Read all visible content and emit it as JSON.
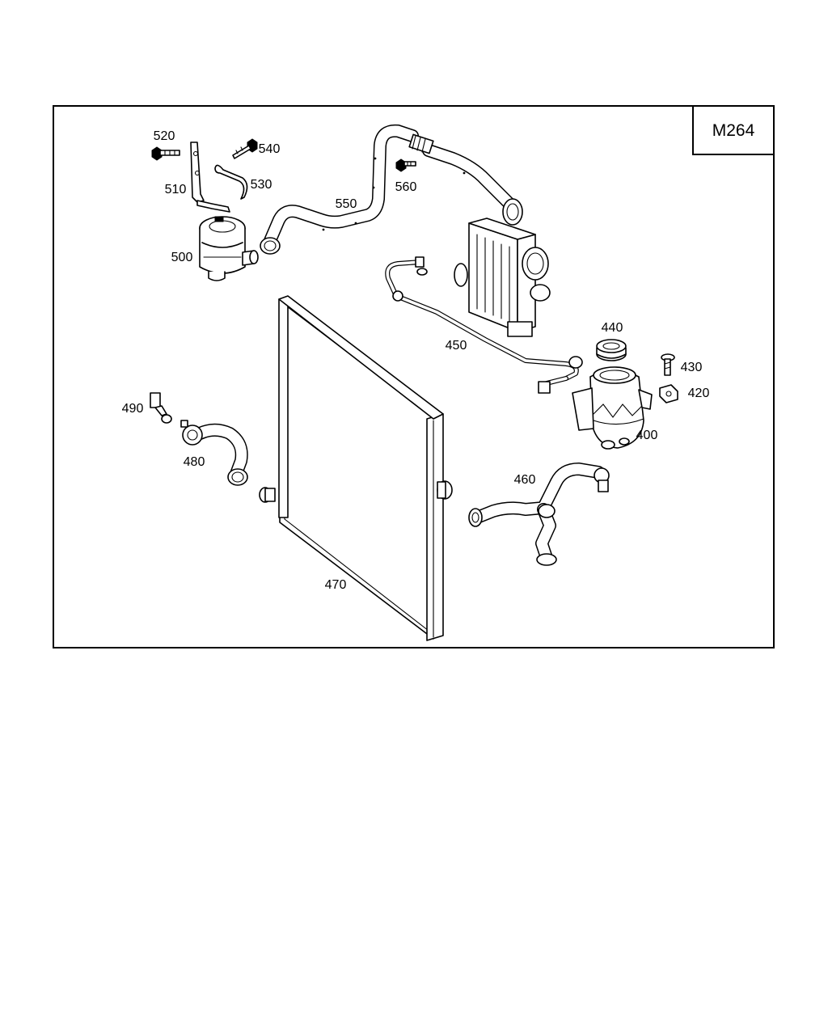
{
  "diagram": {
    "model_code": "M264",
    "callouts": {
      "p400": "400",
      "p420": "420",
      "p430": "430",
      "p440": "440",
      "p450": "450",
      "p460": "460",
      "p470": "470",
      "p480": "480",
      "p490": "490",
      "p500": "500",
      "p510": "510",
      "p520": "520",
      "p530": "530",
      "p540": "540",
      "p550": "550",
      "p560": "560"
    }
  }
}
